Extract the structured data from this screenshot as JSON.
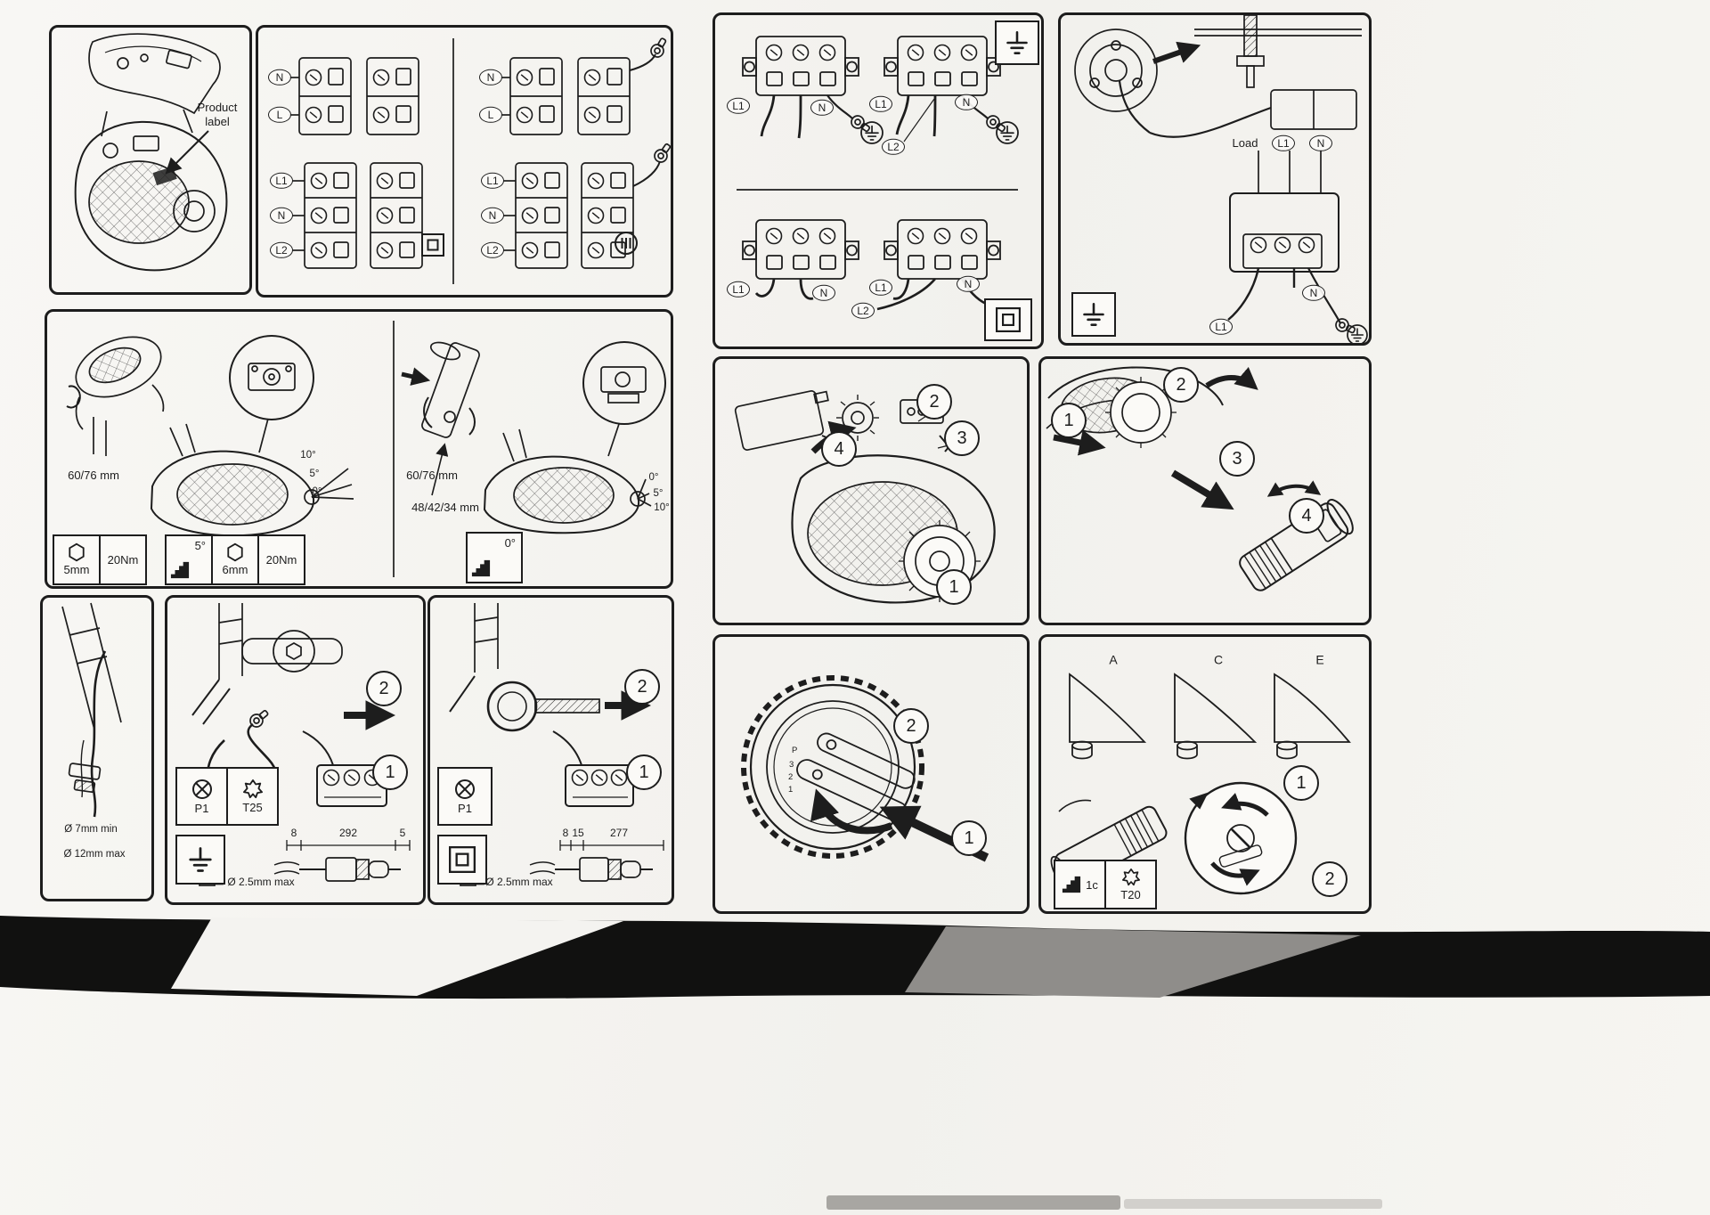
{
  "page": {
    "bg": "#f6f5f2",
    "ink": "#1d1d1d"
  },
  "p1": {
    "product_label": "Product label"
  },
  "p2": {
    "tl": {
      "n": "N",
      "l": "L"
    },
    "tr": {
      "n": "N",
      "l": "L"
    },
    "bl": {
      "l1": "L1",
      "n": "N",
      "l2": "L2"
    },
    "br": {
      "l1": "L1",
      "n": "N",
      "l2": "L2"
    }
  },
  "p3": {
    "tl": {
      "l1": "L1",
      "n": "N"
    },
    "tr": {
      "l1": "L1",
      "n": "N",
      "l2": "L2"
    },
    "bl": {
      "l1": "L1",
      "n": "N"
    },
    "br": {
      "l1": "L1",
      "n": "N",
      "l2": "L2"
    }
  },
  "p4": {
    "load": "Load",
    "l1_top": "L1",
    "n_top": "N",
    "n_block": "N",
    "l1_block": "L1"
  },
  "p5": {
    "dia_left": "60/76 mm",
    "angles_left": [
      "10°",
      "5°",
      "0°"
    ],
    "dia_pole": "48/42/34 mm",
    "dia_right": "60/76 mm",
    "angles_right": [
      "0°",
      "5°",
      "10°"
    ],
    "hex1": "5mm",
    "torque1": "20Nm",
    "tilt5": "5°",
    "hex2": "6mm",
    "torque2": "20Nm",
    "tilt0": "0°"
  },
  "p6": {
    "steps": [
      "1",
      "2",
      "3",
      "4"
    ]
  },
  "p7": {
    "steps": [
      "1",
      "2",
      "3",
      "4"
    ]
  },
  "p8": {
    "min": "Ø 7mm min",
    "max": "Ø 12mm max"
  },
  "p9": {
    "plug": "P1",
    "torx": "T25",
    "steps": [
      "1",
      "2"
    ],
    "dims": [
      "8",
      "292",
      "5"
    ],
    "wire": "Ø 2.5mm max"
  },
  "p10": {
    "plug": "P1",
    "steps": [
      "1",
      "2"
    ],
    "dims": [
      "8",
      "15",
      "277"
    ],
    "wire": "Ø 2.5mm max"
  },
  "p11": {
    "steps": [
      "1",
      "2"
    ],
    "marks": [
      "P",
      "3",
      "2",
      "1"
    ]
  },
  "p12": {
    "beams": [
      "A",
      "C",
      "E"
    ],
    "steps": [
      "1",
      "2"
    ],
    "code": "1c",
    "torx": "T20"
  }
}
